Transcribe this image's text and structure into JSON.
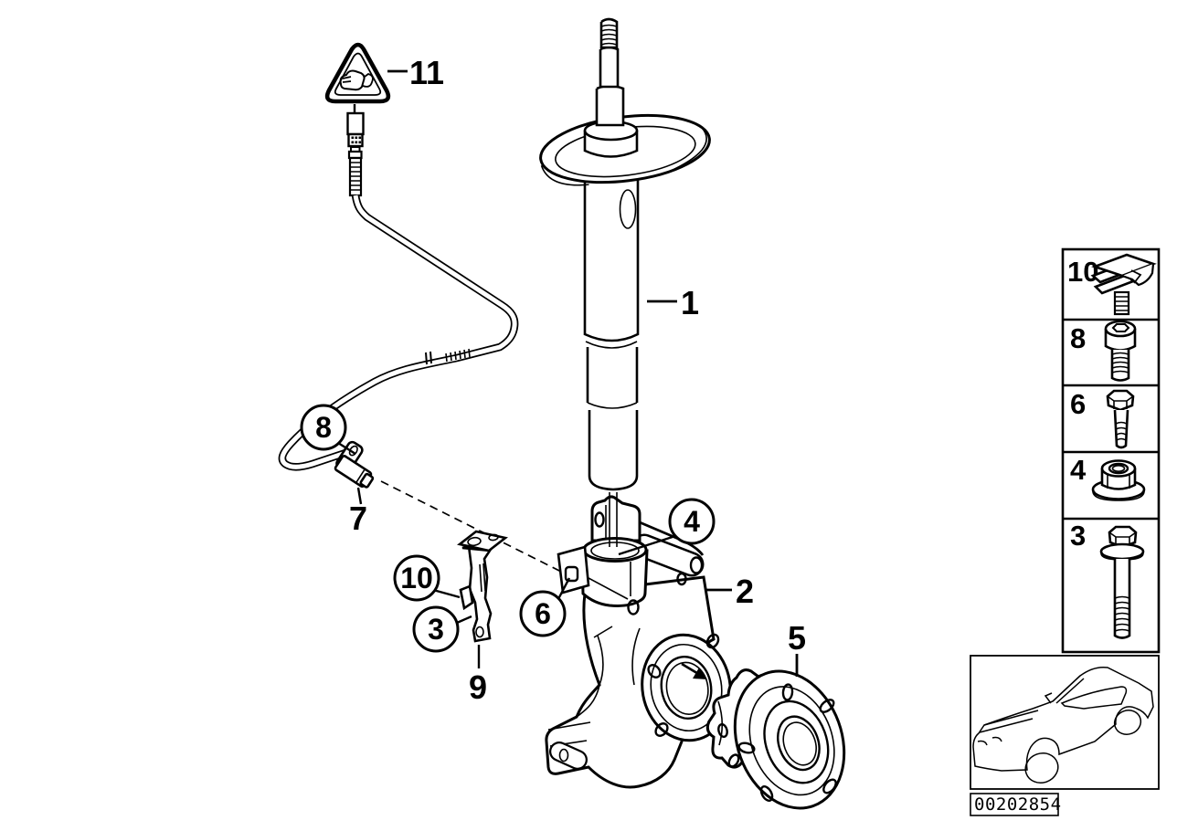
{
  "callouts": {
    "n1": "1",
    "n2": "2",
    "n3": "3",
    "n4": "4",
    "n5": "5",
    "n6": "6",
    "n7": "7",
    "n8": "8",
    "n9": "9",
    "n10": "10",
    "n11": "11"
  },
  "legend": {
    "rows": [
      {
        "label": "10",
        "icon": "cable-clip-icon"
      },
      {
        "label": "8",
        "icon": "socket-head-bolt-icon"
      },
      {
        "label": "6",
        "icon": "hex-flange-bolt-icon"
      },
      {
        "label": "4",
        "icon": "flange-lock-nut-icon"
      },
      {
        "label": "3",
        "icon": "long-hex-bolt-icon"
      }
    ]
  },
  "inset": {
    "name": "vehicle-silhouette"
  },
  "part_number": "00202854",
  "colors": {
    "line": "#000000",
    "background": "#ffffff"
  }
}
